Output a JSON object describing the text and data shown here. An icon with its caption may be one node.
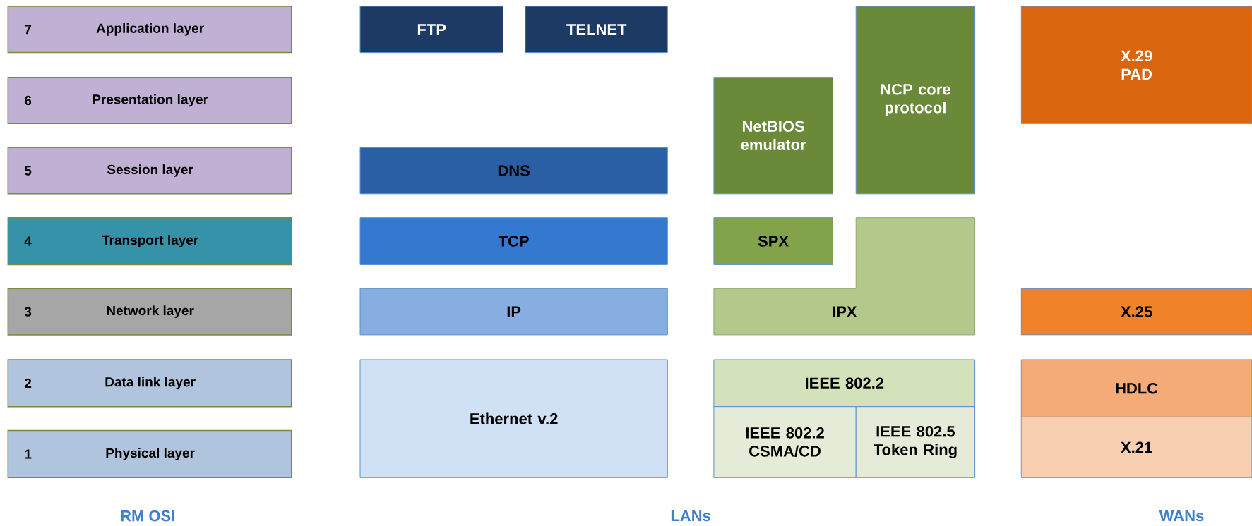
{
  "diagram": {
    "nodes": [
      {
        "text": [
          "7",
          "Application layer"
        ]
      },
      {
        "text": [
          "6",
          "Presentation layer"
        ]
      },
      {
        "text": [
          "5",
          "Session layer"
        ]
      },
      {
        "text": [
          "4",
          "Transport layer"
        ]
      },
      {
        "text": [
          "3",
          "Network layer"
        ]
      },
      {
        "text": [
          "2",
          "Data link layer"
        ]
      },
      {
        "text": [
          "1",
          "Physical layer"
        ]
      },
      {
        "text": [
          "FTP"
        ]
      },
      {
        "text": [
          "TELNET"
        ]
      },
      {
        "text": [
          "DNS"
        ]
      },
      {
        "text": [
          "TCP"
        ]
      },
      {
        "text": [
          "IP"
        ]
      },
      {
        "text": [
          "Ethernet v.2"
        ]
      },
      {
        "text": [
          "NetBIOS emulator"
        ]
      },
      {
        "text": [
          "NCP core protocol"
        ]
      },
      {
        "text": [
          "SPX"
        ]
      },
      {
        "text": [
          "IPX"
        ]
      },
      {
        "text": [
          "IEEE 802.2"
        ]
      },
      {
        "text": [
          "IEEE 802.2 CSMA/CD"
        ]
      },
      {
        "text": [
          "IEEE 802.5 Token Ring"
        ]
      },
      {
        "text": [
          "X.29 PAD"
        ]
      },
      {
        "text": [
          "X.25"
        ]
      },
      {
        "text": [
          "HDLC"
        ]
      },
      {
        "text": [
          "X.21"
        ]
      }
    ],
    "labels": [
      "RM OSI",
      "LANs",
      "WANs"
    ]
  }
}
